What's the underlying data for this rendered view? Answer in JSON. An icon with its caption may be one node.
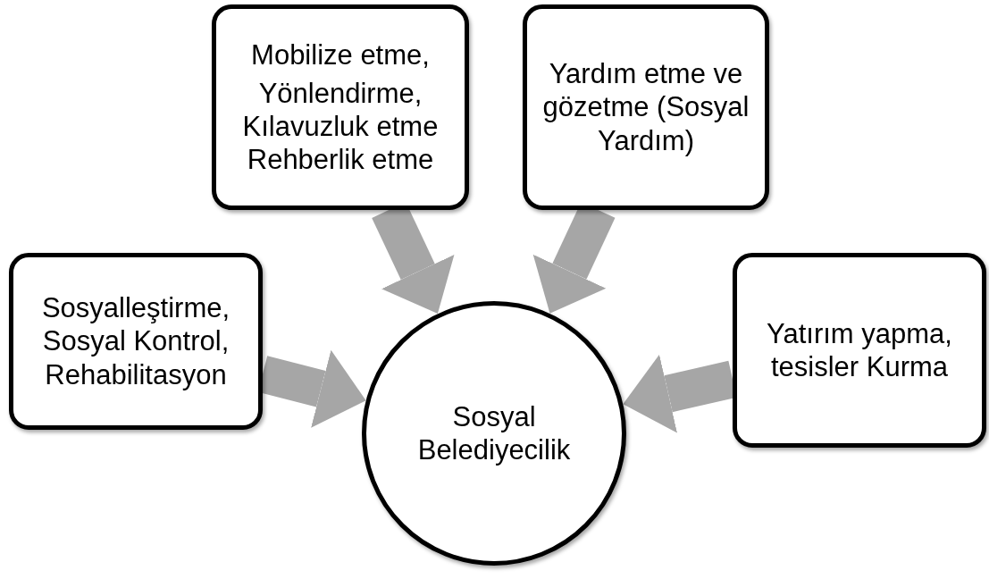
{
  "diagram": {
    "nodes": [
      {
        "text": [
          "Sosyalleştirme, Sosyal Kontrol, Rehabilitasyon"
        ]
      },
      {
        "text": [
          "Mobilize etme,",
          "Yönlendirme, Kılavuzluk etme Rehberlik etme"
        ]
      },
      {
        "text": [
          "Yardım etme ve gözetme (Sosyal Yardım)"
        ]
      },
      {
        "text": [
          "Yatırım yapma, tesisler Kurma"
        ]
      },
      {
        "text": [
          "Sosyal Belediyecilik"
        ]
      }
    ],
    "edges": [
      {
        "from": 0,
        "to": 4,
        "arrow": "to"
      },
      {
        "from": 1,
        "to": 4,
        "arrow": "to"
      },
      {
        "from": 2,
        "to": 4,
        "arrow": "to"
      },
      {
        "from": 3,
        "to": 4,
        "arrow": "to"
      }
    ]
  }
}
